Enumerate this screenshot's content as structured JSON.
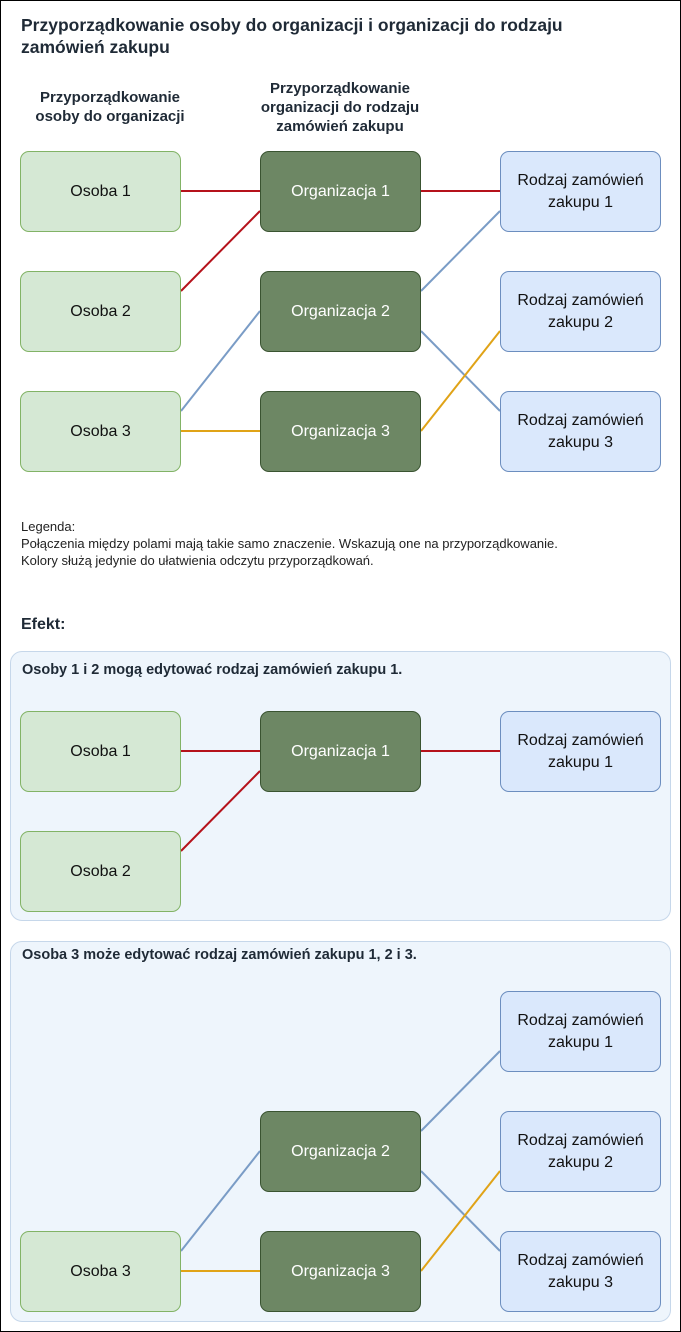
{
  "title": "Przyporządkowanie osoby do organizacji i organizacji do rodzaju zamówień zakupu",
  "columns": {
    "left": "Przyporządkowanie osoby do organizacji",
    "middle": "Przyporządkowanie organizacji do rodzaju zamówień zakupu"
  },
  "people": [
    "Osoba 1",
    "Osoba 2",
    "Osoba 3"
  ],
  "organizations": [
    "Organizacja 1",
    "Organizacja 2",
    "Organizacja 3"
  ],
  "purchase_types": [
    "Rodzaj zamówień zakupu 1",
    "Rodzaj zamówień zakupu 2",
    "Rodzaj zamówień zakupu 3"
  ],
  "links": {
    "person_to_org": [
      {
        "person": "Osoba 1",
        "org": "Organizacja 1",
        "color": "#b5121b"
      },
      {
        "person": "Osoba 2",
        "org": "Organizacja 1",
        "color": "#b5121b"
      },
      {
        "person": "Osoba 3",
        "org": "Organizacja 2",
        "color": "#7a9cc6"
      },
      {
        "person": "Osoba 3",
        "org": "Organizacja 3",
        "color": "#e0a317"
      }
    ],
    "org_to_type": [
      {
        "org": "Organizacja 1",
        "type": "Rodzaj zamówień zakupu 1",
        "color": "#b5121b"
      },
      {
        "org": "Organizacja 2",
        "type": "Rodzaj zamówień zakupu 1",
        "color": "#7a9cc6"
      },
      {
        "org": "Organizacja 2",
        "type": "Rodzaj zamówień zakupu 3",
        "color": "#7a9cc6"
      },
      {
        "org": "Organizacja 3",
        "type": "Rodzaj zamówień zakupu 2",
        "color": "#e0a317"
      }
    ]
  },
  "legend": {
    "label": "Legenda:",
    "line1": "Połączenia między polami mają takie samo znaczenie. Wskazują one na przyporządkowanie.",
    "line2": "Kolory służą jedynie do ułatwienia odczytu przyporządkowań."
  },
  "effect": {
    "heading": "Efekt:",
    "panel1_title": "Osoby 1 i 2 mogą edytować rodzaj zamówień zakupu 1.",
    "panel2_title": "Osoba 3 może edytować rodzaj zamówień zakupu 1, 2 i 3."
  },
  "colors": {
    "person_fill": "#d5e8d4",
    "org_fill": "#6d8764",
    "type_fill": "#dae8fc",
    "link_red": "#b5121b",
    "link_blue": "#7a9cc6",
    "link_yellow": "#e0a317"
  }
}
